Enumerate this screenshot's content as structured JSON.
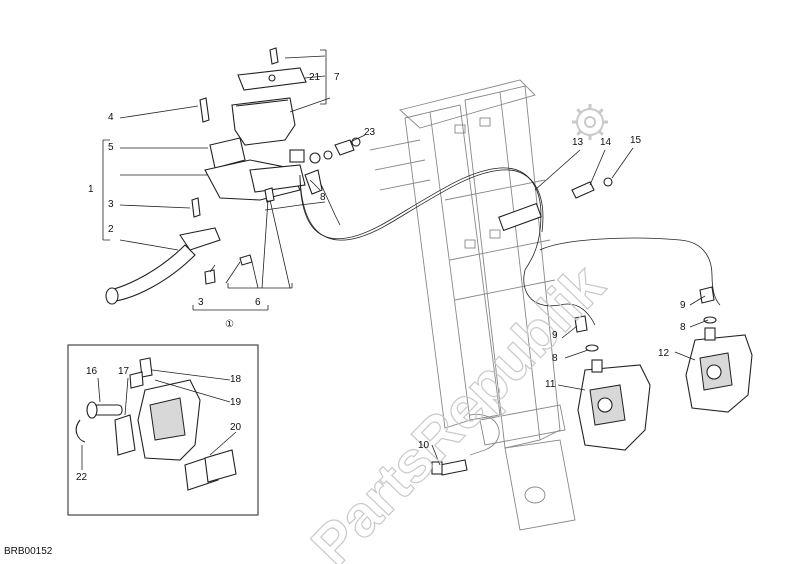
{
  "diagram_ref": "BRB00152",
  "watermark": {
    "text": "PartsRepublik",
    "logo_icon": "gear-icon"
  },
  "callouts": {
    "n1": "1",
    "n2": "2",
    "n3a": "3",
    "n3b": "3",
    "n4": "4",
    "n5": "5",
    "n6": "6",
    "n7": "7",
    "n8a": "8",
    "n8b": "8",
    "n8c": "8",
    "n9a": "9",
    "n9b": "9",
    "n10": "10",
    "n11": "11",
    "n12": "12",
    "n13": "13",
    "n14": "14",
    "n15": "15",
    "n16": "16",
    "n17": "17",
    "n18": "18",
    "n19": "19",
    "n20": "20",
    "n21": "21",
    "n22": "22",
    "n23": "23",
    "kit": "①"
  }
}
